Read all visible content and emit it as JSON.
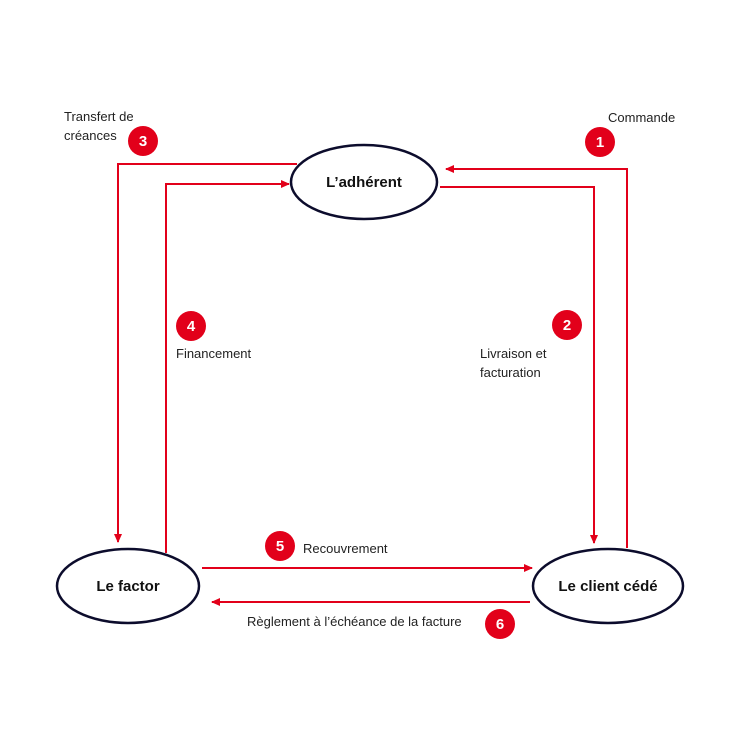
{
  "colors": {
    "arrow": "#e2001a",
    "badge": "#e2001a",
    "node_stroke": "#0c0c2c",
    "text": "#222222"
  },
  "nodes": {
    "adherent": "L’adhérent",
    "factor": "Le factor",
    "client": "Le client cédé"
  },
  "steps": {
    "s1": {
      "number": "1",
      "label": "Commande"
    },
    "s2": {
      "number": "2",
      "label_line1": "Livraison et",
      "label_line2": "facturation"
    },
    "s3": {
      "number": "3",
      "label_line1": "Transfert de",
      "label_line2": "créances"
    },
    "s4": {
      "number": "4",
      "label": "Financement"
    },
    "s5": {
      "number": "5",
      "label": "Recouvrement"
    },
    "s6": {
      "number": "6",
      "label": "Règlement à l’échéance de la facture"
    }
  }
}
